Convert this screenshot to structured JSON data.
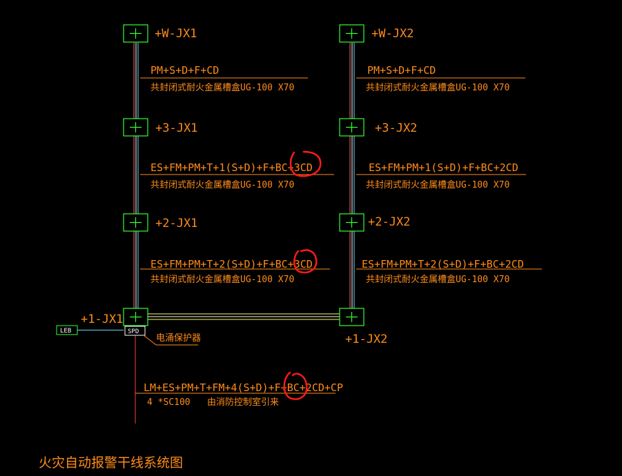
{
  "panels": {
    "w1": "+W-JX1",
    "w2": "+W-JX2",
    "p3_1": "+3-JX1",
    "p3_2": "+3-JX2",
    "p2_1": "+2-JX1",
    "p2_2": "+2-JX2",
    "p1_1": "+1-JX1",
    "p1_2": "+1-JX2"
  },
  "cables": {
    "left_top": "PM+S+D+F+CD",
    "right_top": "PM+S+D+F+CD",
    "left_3": "ES+FM+PM+T+1(S+D)+F+BC+3CD",
    "right_3": "ES+FM+PM+1(S+D)+F+BC+2CD",
    "left_2": "ES+FM+PM+T+2(S+D)+F+BC+3CD",
    "right_2": "ES+FM+PM+T+2(S+D)+F+BC+2CD",
    "tray": "共封闭式耐火金属槽盒UG-100 X70",
    "incoming": "LM+ES+PM+T+FM+4(S+D)+F+BC+2CD+CP",
    "conduit": "4 *SC100",
    "source": "由消防控制室引来"
  },
  "tags": {
    "leb": "LEB",
    "spd": "SPD",
    "surge": "电涌保护器"
  },
  "title": "火灾自动报警干线系统图",
  "colors": {
    "background": "#000000",
    "text": "#ff8c1a",
    "box": "#33ff33",
    "riser": "#ffffff",
    "riser_accent": "#ff3b3b",
    "bus": "#ffff66",
    "annotation_circle": "#ff1a1a"
  }
}
